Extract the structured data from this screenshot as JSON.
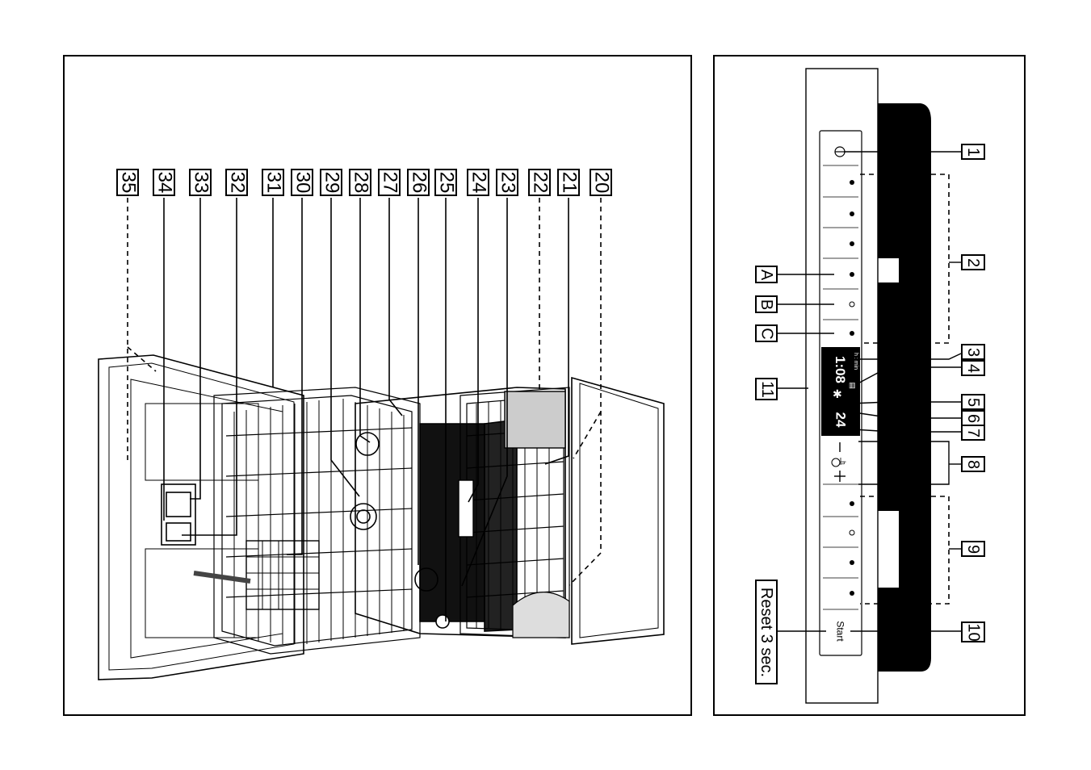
{
  "left_diagram": {
    "callouts": [
      "35",
      "34",
      "33",
      "32",
      "31",
      "30",
      "29",
      "28",
      "27",
      "26",
      "25",
      "24",
      "23",
      "22",
      "21",
      "20"
    ]
  },
  "right_diagram": {
    "callouts_right": [
      "1",
      "2",
      "3",
      "4",
      "5",
      "6",
      "7",
      "8",
      "9",
      "10"
    ],
    "callouts_left": [
      "A",
      "B",
      "C",
      "11"
    ],
    "reset_label": "Reset 3 sec.",
    "start_label": "Start",
    "display": {
      "time_value": "1:08",
      "hours_value": "24",
      "unit_label": "h : min",
      "delay_label": "h"
    }
  }
}
